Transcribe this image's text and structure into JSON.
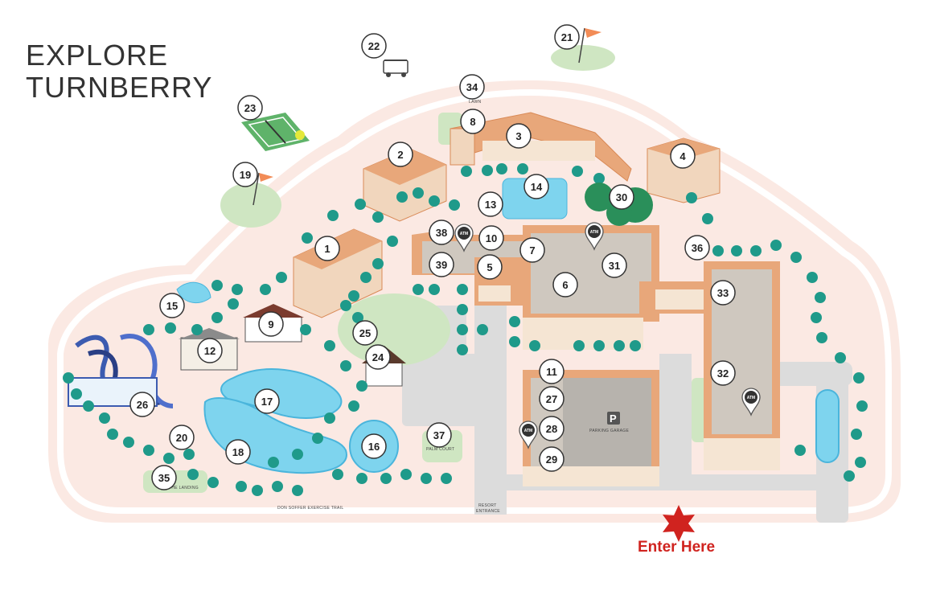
{
  "title": {
    "line1": "EXPLORE",
    "line2": "TURNBERRY"
  },
  "entrance_label": "Enter Here",
  "small_labels": {
    "lawn": "LAWN",
    "parking_garage": "PARKING GARAGE",
    "palm_court": "PALM COURT",
    "the_landing": "THE LANDING",
    "exercise_trail": "DON SOFFER EXERCISE TRAIL",
    "resort_entrance_1": "RESORT",
    "resort_entrance_2": "ENTRANCE",
    "atm": "ATM",
    "parking_p": "P"
  },
  "markers": [
    "1",
    "2",
    "3",
    "4",
    "5",
    "6",
    "7",
    "8",
    "9",
    "10",
    "11",
    "12",
    "13",
    "14",
    "15",
    "16",
    "17",
    "18",
    "19",
    "20",
    "21",
    "22",
    "23",
    "24",
    "25",
    "26",
    "27",
    "28",
    "29",
    "30",
    "31",
    "32",
    "33",
    "34",
    "35",
    "36",
    "37",
    "38",
    "39"
  ],
  "colors": {
    "ground": "#fbe9e3",
    "path": "#f7ddd4",
    "roof": "#e8a77a",
    "roof_edge": "#d98a57",
    "flat_roof": "#cfc8bf",
    "water": "#7ed4ee",
    "water_edge": "#4ab5dc",
    "grass": "#cfe6c2",
    "road": "#dcdcdc",
    "palm": "#1f9a8a",
    "enter_red": "#d0231f"
  }
}
